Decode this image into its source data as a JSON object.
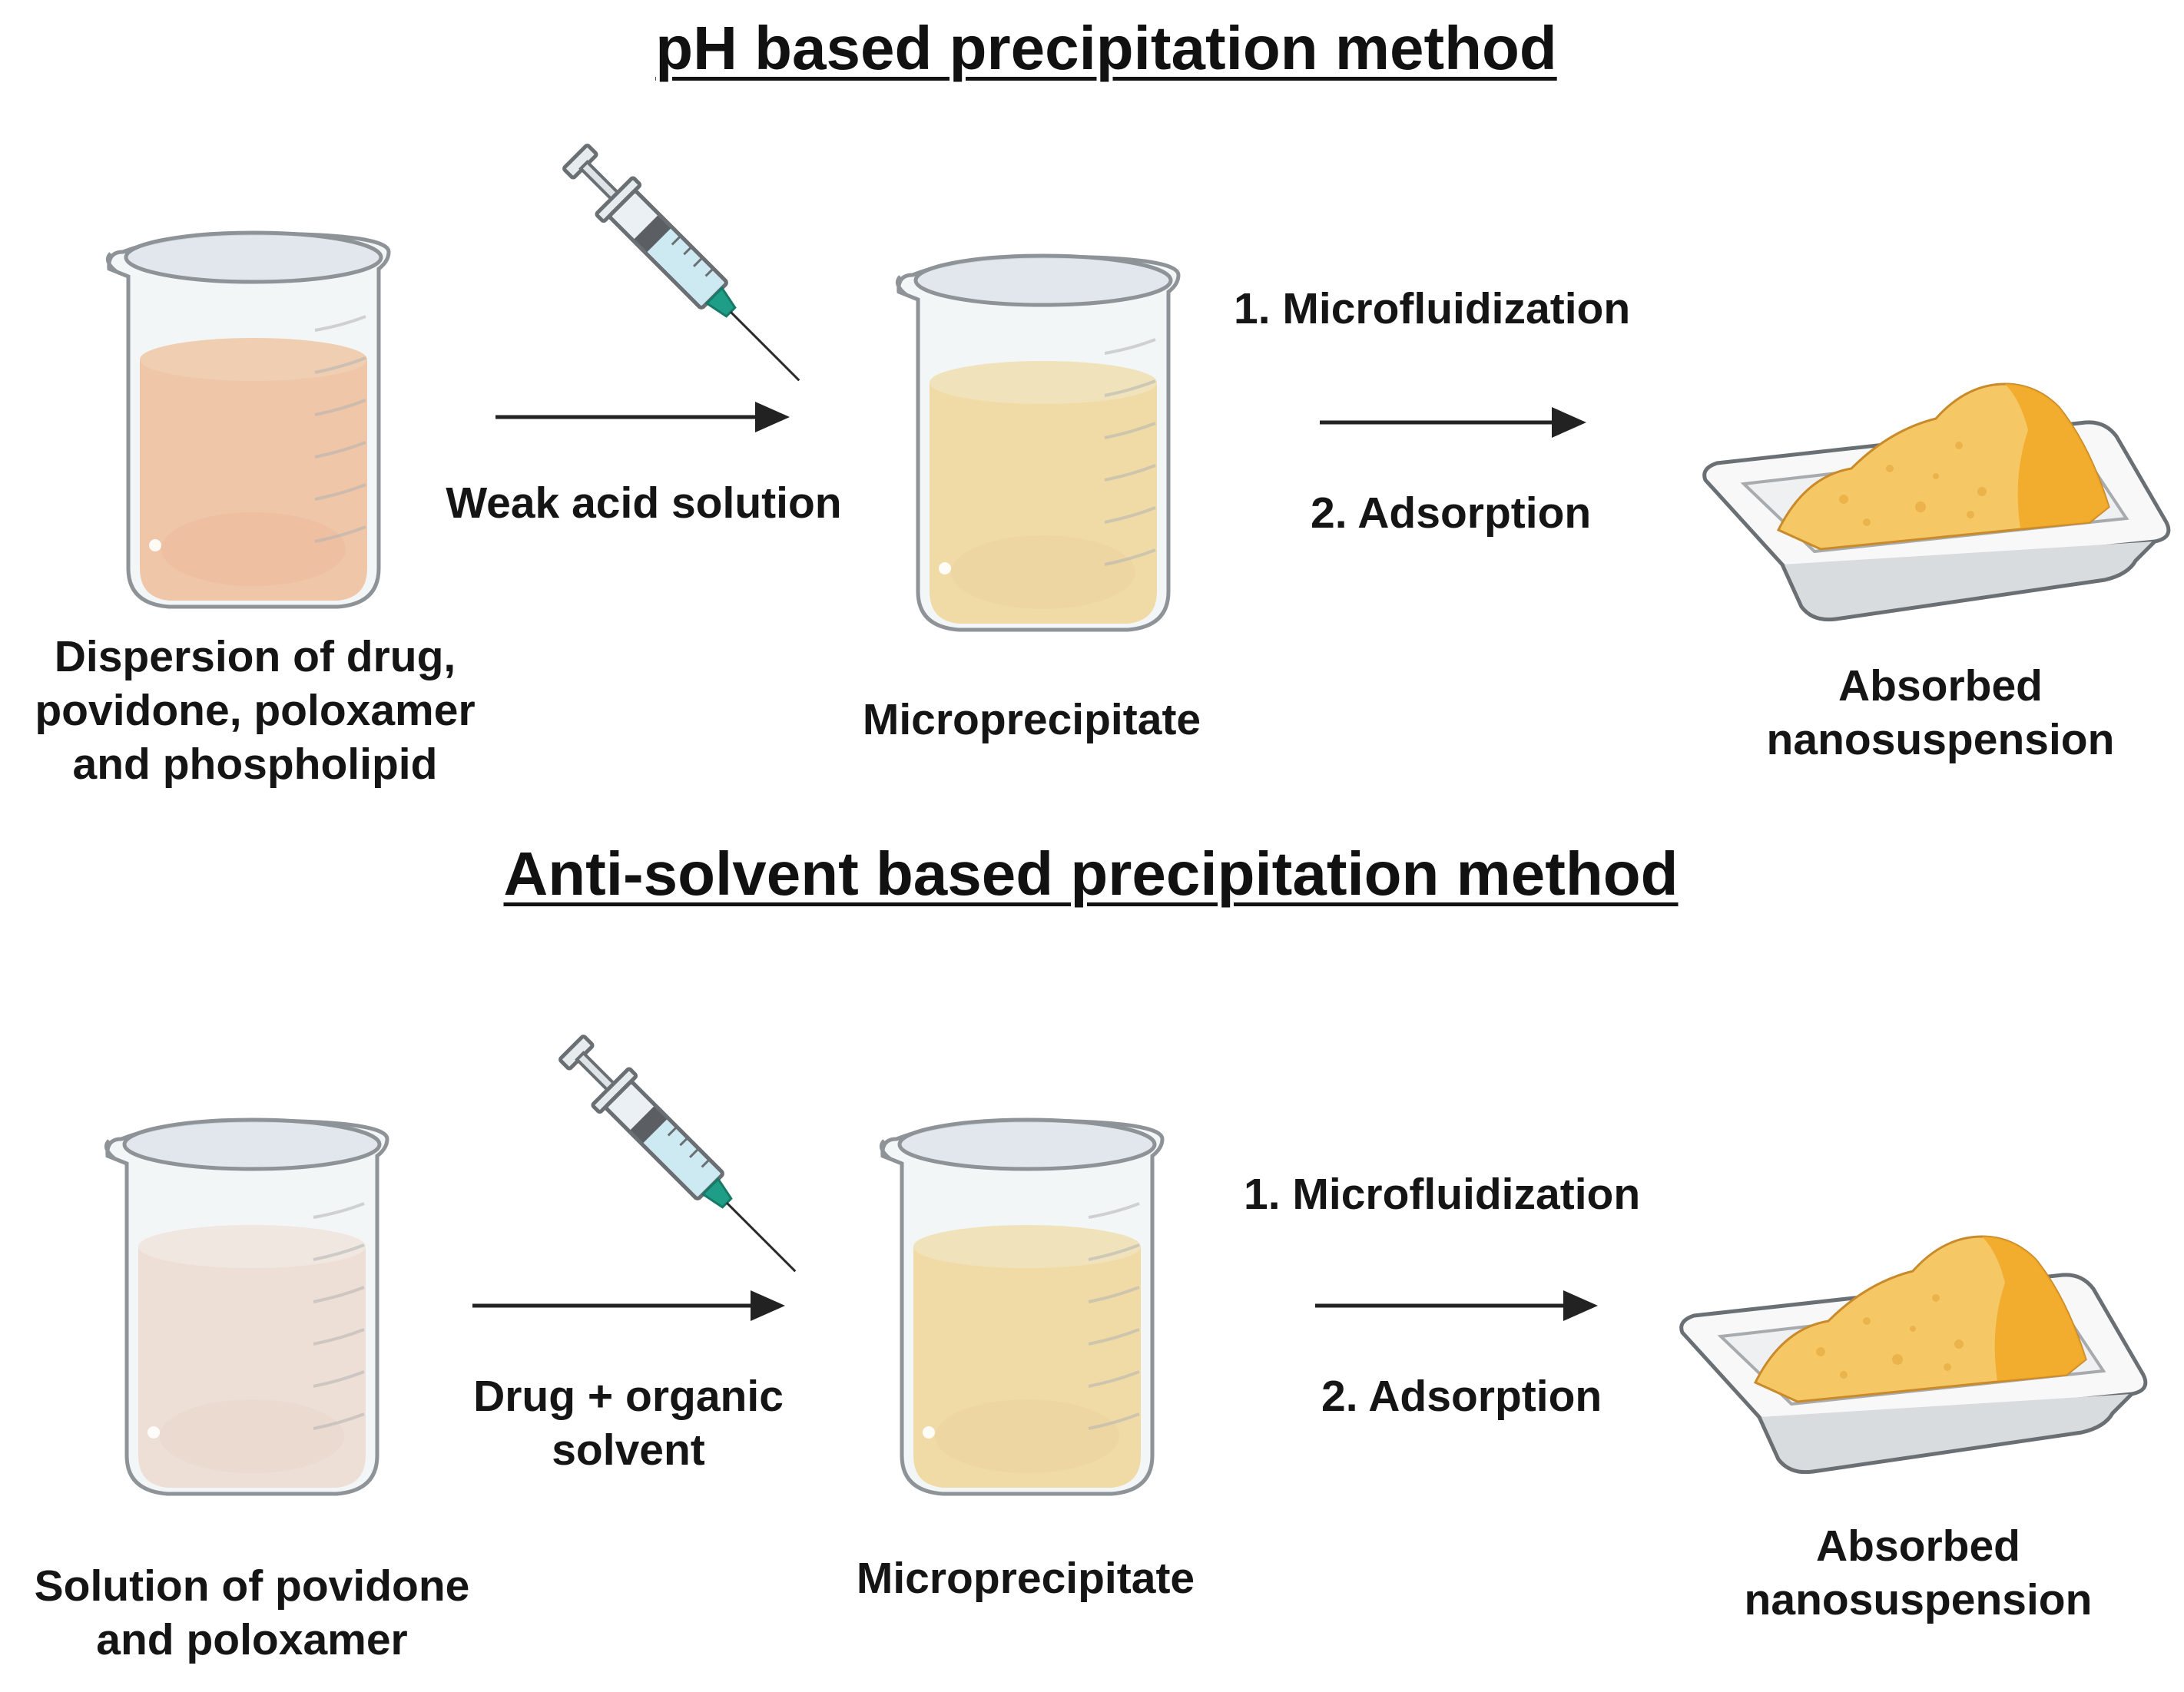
{
  "sections": [
    {
      "title": "pH based precipitation method",
      "start_label": [
        "Dispersion of drug,",
        "povidone, poloxamer",
        "and phospholipid"
      ],
      "reagent_label": [
        "Weak acid solution"
      ],
      "middle_label": "Microprecipitate",
      "step1_label": "1.  Microfluidization",
      "step2_label": "2. Adsorption",
      "end_label": [
        "Absorbed",
        "nanosuspension"
      ]
    },
    {
      "title": "Anti-solvent based precipitation method",
      "start_label": [
        "Solution of povidone",
        "and poloxamer"
      ],
      "reagent_label": [
        "Drug + organic",
        "solvent"
      ],
      "middle_label": "Microprecipitate",
      "step1_label": "1.  Microfluidization",
      "step2_label": "2. Adsorption",
      "end_label": [
        "Absorbed",
        "nanosuspension"
      ]
    }
  ],
  "colors": {
    "orange_liquid": "#F7944E",
    "yellow_liquid": "#F8C44E",
    "pale_liquid": "#F1CDB6",
    "powder": "#F6BF50",
    "arrow": "#222222",
    "needle_hub": "#1E9E86"
  },
  "icons": [
    "beaker-icon",
    "syringe-icon",
    "powder-tray-icon",
    "arrow-icon"
  ]
}
